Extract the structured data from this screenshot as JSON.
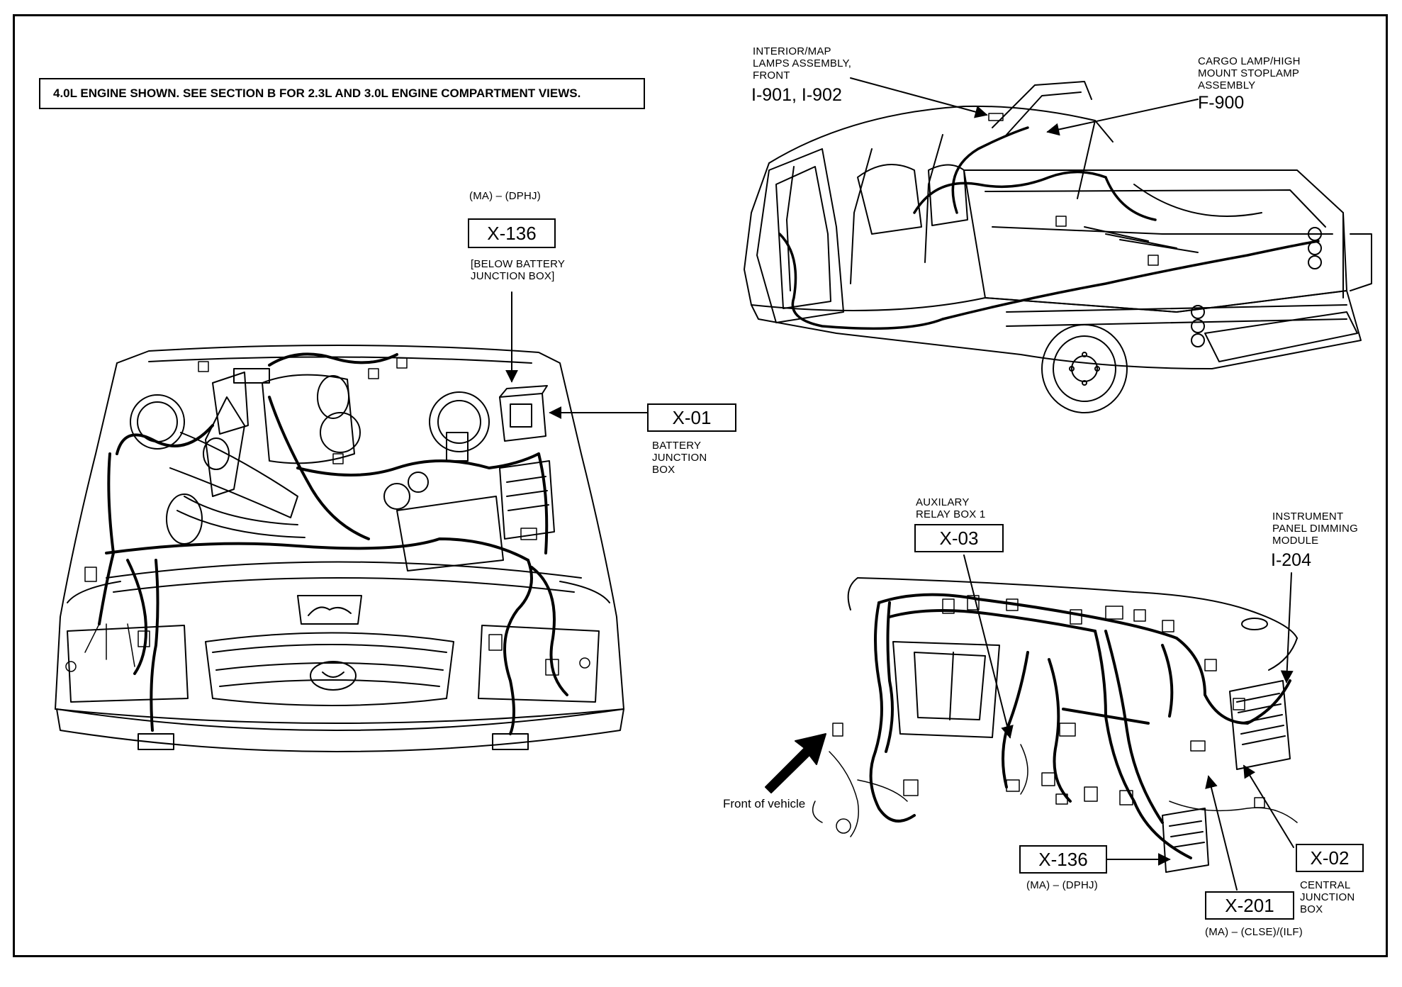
{
  "note": "4.0L ENGINE SHOWN. SEE SECTION B FOR 2.3L AND 3.0L ENGINE COMPARTMENT VIEWS.",
  "engine": {
    "x136_top_code": "(MA) – (DPHJ)",
    "x136_label": "X-136",
    "x136_desc": "[BELOW BATTERY\nJUNCTION BOX]",
    "x01_label": "X-01",
    "x01_desc": "BATTERY\nJUNCTION\nBOX"
  },
  "truck": {
    "interior_desc": "INTERIOR/MAP\nLAMPS ASSEMBLY,\nFRONT",
    "interior_codes": "I-901, I-902",
    "cargo_desc": "CARGO LAMP/HIGH\nMOUNT STOPLAMP\nASSEMBLY",
    "cargo_code": "F-900"
  },
  "dash": {
    "aux_desc": "AUXILARY\nRELAY BOX 1",
    "x03_label": "X-03",
    "ipdm_desc": "INSTRUMENT\nPANEL DIMMING\nMODULE",
    "ipdm_code": "I-204",
    "front_of_vehicle": "Front of vehicle",
    "x136_label": "X-136",
    "x136_code": "(MA) – (DPHJ)",
    "x201_label": "X-201",
    "x201_code": "(MA) – (CLSE)/(ILF)",
    "x02_label": "X-02",
    "x02_desc": "CENTRAL\nJUNCTION\nBOX"
  }
}
